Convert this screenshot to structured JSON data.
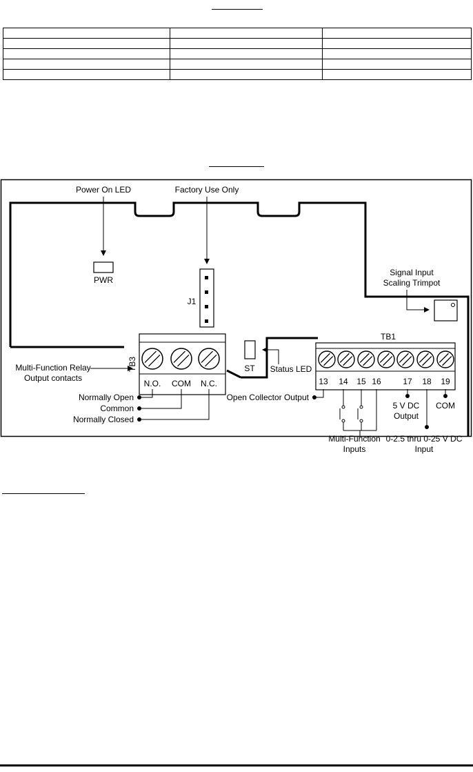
{
  "diagram": {
    "callouts": {
      "power_on_led": "Power On LED",
      "factory_use_only": "Factory Use Only",
      "signal_input_line1": "Signal Input",
      "signal_input_line2": "Scaling Trimpot",
      "relay_line1": "Multi-Function Relay",
      "relay_line2": "Output contacts",
      "status_led": "Status LED",
      "open_collector": "Open Collector Output",
      "normally_open": "Normally Open",
      "common": "Common",
      "normally_closed": "Normally Closed",
      "five_v_line1": "5 V DC",
      "five_v_line2": "Output",
      "com_term": "COM",
      "mf_inputs_line1": "Multi-Function",
      "mf_inputs_line2": "Inputs",
      "analog_line1": "0-2.5 thru 0-25 V DC",
      "analog_line2": "Input"
    },
    "board_labels": {
      "pwr": "PWR",
      "j1": "J1",
      "st": "ST",
      "tb1": "TB1",
      "tb3": "TB3"
    },
    "tb3_terminals": [
      "N.O.",
      "COM",
      "N.C."
    ],
    "tb1_terminals": [
      "13",
      "14",
      "15",
      "16",
      "17",
      "18",
      "19"
    ]
  }
}
